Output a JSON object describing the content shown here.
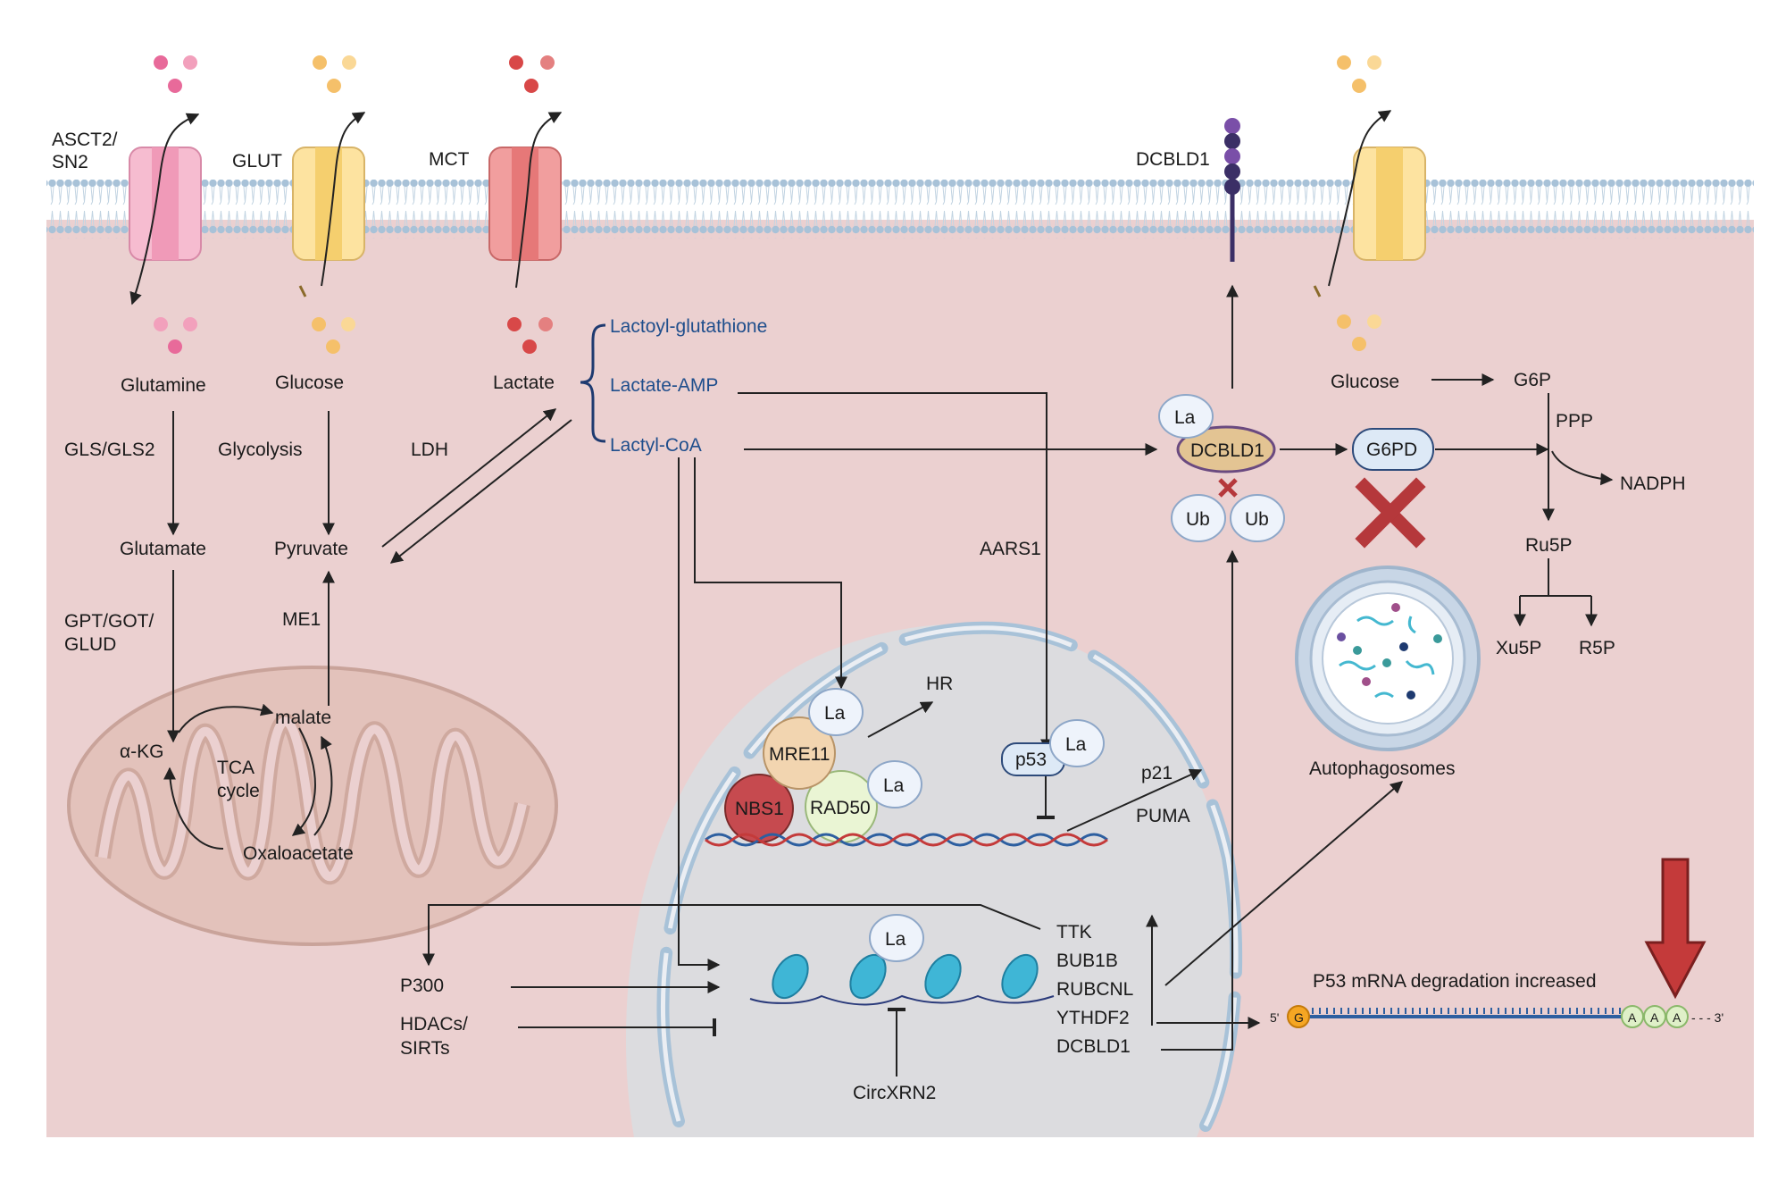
{
  "transporters": {
    "asct2": "ASCT2/",
    "asct2_line2": "SN2",
    "glut": "GLUT",
    "mct": "MCT",
    "dcbld1_receptor": "DCBLD1"
  },
  "metabolism": {
    "glutamine": "Glutamine",
    "glucose_left": "Glucose",
    "lactate": "Lactate",
    "gls": "GLS/GLS2",
    "glycolysis": "Glycolysis",
    "ldh": "LDH",
    "glutamate": "Glutamate",
    "pyruvate": "Pyruvate",
    "gpt_line1": "GPT/GOT/",
    "gpt_line2": "GLUD",
    "me1": "ME1",
    "akg": "α-KG",
    "malate": "malate",
    "tca_line1": "TCA",
    "tca_line2": "cycle",
    "oxaloacetate": "Oxaloacetate"
  },
  "lactate_derivatives": {
    "lactoyl_glutathione": "Lactoyl-glutathione",
    "lactate_amp": "Lactate-AMP",
    "lactyl_coa": "Lactyl-CoA",
    "aars1": "AARS1"
  },
  "dcbld1_complex": {
    "la": "La",
    "dcbld1": "DCBLD1",
    "ub": "Ub",
    "g6pd": "G6PD"
  },
  "ppp": {
    "glucose": "Glucose",
    "g6p": "G6P",
    "ppp": "PPP",
    "nadph": "NADPH",
    "ru5p": "Ru5P",
    "xu5p": "Xu5P",
    "r5p": "R5P",
    "autophagosomes": "Autophagosomes"
  },
  "nucleus": {
    "la": "La",
    "mre11": "MRE11",
    "nbs1": "NBS1",
    "rad50": "RAD50",
    "hr": "HR",
    "p53": "p53",
    "p21": "p21",
    "puma": "PUMA",
    "circxrn2": "CircXRN2",
    "genes": [
      "TTK",
      "BUB1B",
      "RUBCNL",
      "YTHDF2",
      "DCBLD1"
    ]
  },
  "epigenetic": {
    "p300": "P300",
    "hdacs_line1": "HDACs/",
    "hdacs_line2": "SIRTs"
  },
  "mrna": {
    "title": "P53 mRNA degradation increased",
    "five_prime": "5'",
    "cap": "G",
    "polya": [
      "A",
      "A",
      "A"
    ],
    "three_prime": "- - - 3'"
  },
  "colors": {
    "cytoplasm": "#ebd0d0",
    "nucleus": "#dcdcdf",
    "membrane": "#a8c2d8",
    "blue_text": "#1f4e8c",
    "inhibit_x": "#b5383b"
  }
}
